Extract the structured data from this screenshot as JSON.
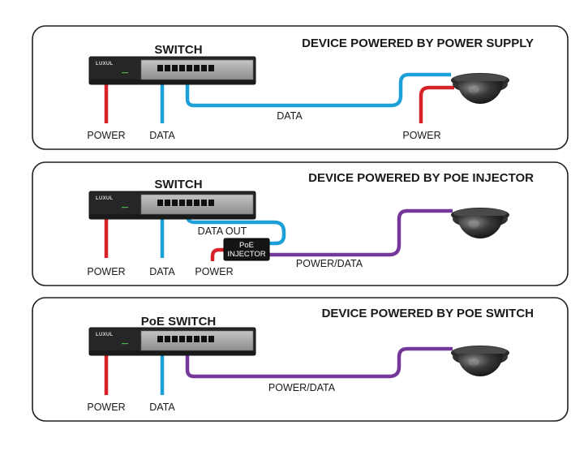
{
  "colors": {
    "power": "#d8222a",
    "data": "#1da0d8",
    "poe": "#76379a",
    "outline": "#1e1e1e",
    "switch_body": "#262626",
    "switch_panel": "#a9a9a9"
  },
  "brand": "LUXUL",
  "panels": [
    {
      "title": "DEVICE POWERED BY POWER SUPPLY",
      "switch_label": "SWITCH",
      "power_label": "POWER",
      "data_label": "DATA",
      "link_label": "DATA",
      "device_power_label": "POWER"
    },
    {
      "title": "DEVICE POWERED BY POE INJECTOR",
      "switch_label": "SWITCH",
      "power_label": "POWER",
      "data_label": "DATA",
      "data_out_label": "DATA OUT",
      "injector_line1": "PoE",
      "injector_line2": "INJECTOR",
      "injector_power_label": "POWER",
      "link_label": "POWER/DATA"
    },
    {
      "title": "DEVICE POWERED BY POE SWITCH",
      "switch_label": "PoE SWITCH",
      "power_label": "POWER",
      "data_label": "DATA",
      "link_label": "POWER/DATA"
    }
  ]
}
